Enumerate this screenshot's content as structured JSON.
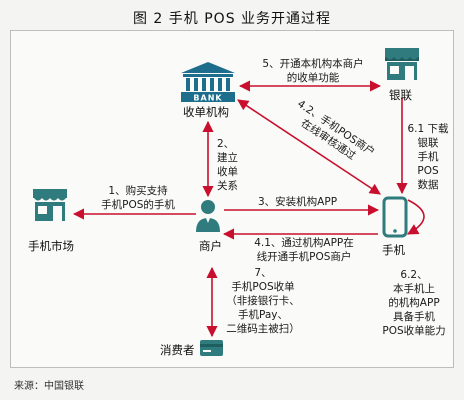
{
  "title": "图 2  手机 POS 业务开通过程",
  "nodes": {
    "bank": "收单机构",
    "unionpay": "银联",
    "market": "手机市场",
    "merchant": "商户",
    "phone": "手机",
    "consumer": "消费者"
  },
  "icon_text": {
    "bank": "BANK"
  },
  "steps": {
    "s1": [
      "1、购买支持",
      "手机POS的手机"
    ],
    "s2": [
      "2、",
      "建立",
      "收单",
      "关系"
    ],
    "s3": [
      "3、安装机构APP"
    ],
    "s41": [
      "4.1、通过机构APP在",
      "线开通手机POS商户"
    ],
    "s42": [
      "4.2、手机POS商户",
      "在线审核通过"
    ],
    "s5": [
      "5、开通本机构本商户",
      "的收单功能"
    ],
    "s61": [
      "6.1 下载",
      "银联",
      "手机",
      "POS",
      "数据"
    ],
    "s62": [
      "6.2、",
      "本手机上",
      "的机构APP",
      "具备手机",
      "POS收单能力"
    ],
    "s7": [
      "7、",
      "手机POS收单",
      "（非接银行卡、",
      "手机Pay、",
      "二维码主被扫）"
    ]
  },
  "source": "来源：中国银联",
  "colors": {
    "arrow": "#c8102e",
    "icon": "#2f7b7d",
    "icon_dark": "#1f5e60",
    "bank_blue": "#1c6e8c"
  }
}
